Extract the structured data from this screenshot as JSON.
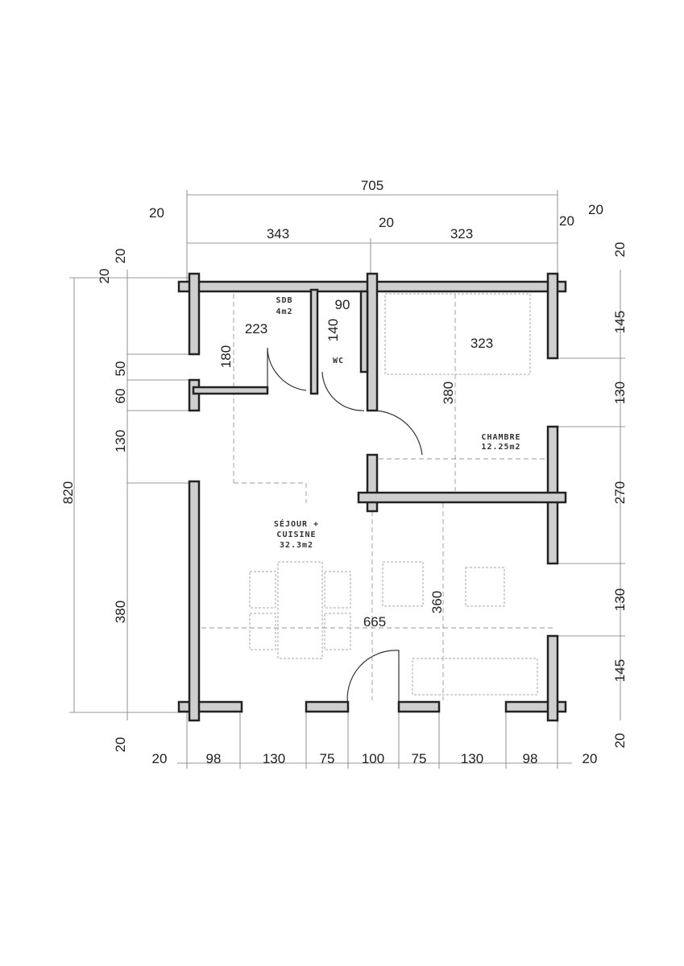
{
  "rooms": {
    "sdb": {
      "name": "SDB",
      "area": "4m2"
    },
    "wc": {
      "name": "WC"
    },
    "chambre": {
      "name": "CHAMBRE",
      "area": "12.25m2"
    },
    "sejour": {
      "name1": "SÉJOUR +",
      "name2": "CUISINE",
      "area": "32.3m2"
    }
  },
  "dims": {
    "total_width": "705",
    "top_left_wall": "20",
    "top_left_span": "343",
    "top_mid_wall": "20",
    "top_right_span": "323",
    "top_right_wall_a": "20",
    "top_right_wall_b": "20",
    "left_total": "820",
    "left_a": "20",
    "left_b": "20",
    "left_50": "50",
    "left_60": "60",
    "left_130": "130",
    "left_380": "380",
    "left_bottom": "20",
    "right_top": "20",
    "right_145a": "145",
    "right_130a": "130",
    "right_270": "270",
    "right_130b": "130",
    "right_145b": "145",
    "right_bottom": "20",
    "bottom": [
      "20",
      "98",
      "130",
      "75",
      "100",
      "75",
      "130",
      "98",
      "20"
    ],
    "sdb_w": "223",
    "sdb_h": "180",
    "wc_w": "90",
    "wc_h": "140",
    "chambre_w": "323",
    "chambre_h": "380",
    "sejour_len": "665",
    "sejour_h": "360"
  }
}
